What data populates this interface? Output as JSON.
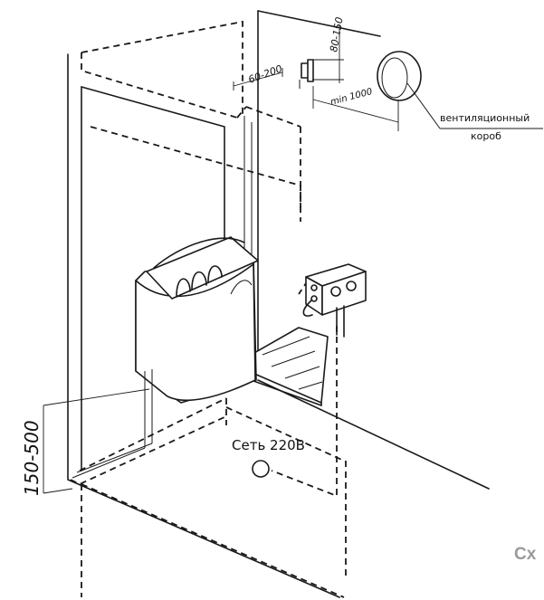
{
  "labels": {
    "vent_line1": "вентиляционный",
    "vent_line2": "короб",
    "network": "Сеть 220В",
    "cut_caption": "Сх"
  },
  "dimensions": {
    "vent_offset": "80-150",
    "control_offset": "60-200",
    "min_distance": "min 1000",
    "heater_height": "150-500"
  }
}
